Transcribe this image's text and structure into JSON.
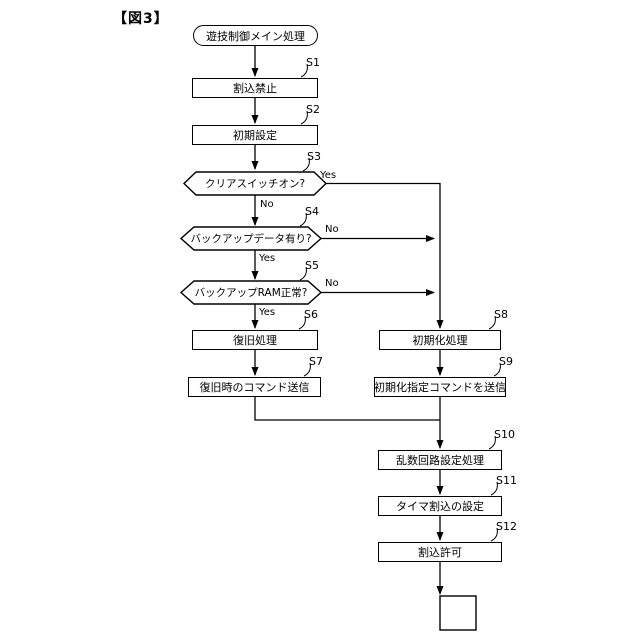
{
  "figure_label": "【図3】",
  "start_label": "遊技制御メイン処理",
  "steps": {
    "s1": {
      "step": "S1",
      "label": "割込禁止"
    },
    "s2": {
      "step": "S2",
      "label": "初期設定"
    },
    "s3": {
      "step": "S3",
      "label": "クリアスイッチオン?"
    },
    "s4": {
      "step": "S4",
      "label": "バックアップデータ有り?"
    },
    "s5": {
      "step": "S5",
      "label": "バックアップRAM正常?"
    },
    "s6": {
      "step": "S6",
      "label": "復旧処理"
    },
    "s7": {
      "step": "S7",
      "label": "復旧時のコマンド送信"
    },
    "s8": {
      "step": "S8",
      "label": "初期化処理"
    },
    "s9": {
      "step": "S9",
      "label": "初期化指定コマンドを送信"
    },
    "s10": {
      "step": "S10",
      "label": "乱数回路設定処理"
    },
    "s11": {
      "step": "S11",
      "label": "タイマ割込の設定"
    },
    "s12": {
      "step": "S12",
      "label": "割込許可"
    }
  },
  "branches": {
    "s3_yes": "Yes",
    "s3_no": "No",
    "s4_no": "No",
    "s4_yes": "Yes",
    "s5_no": "No",
    "s5_yes": "Yes"
  },
  "colors": {
    "line": "#000000",
    "background": "#ffffff"
  }
}
